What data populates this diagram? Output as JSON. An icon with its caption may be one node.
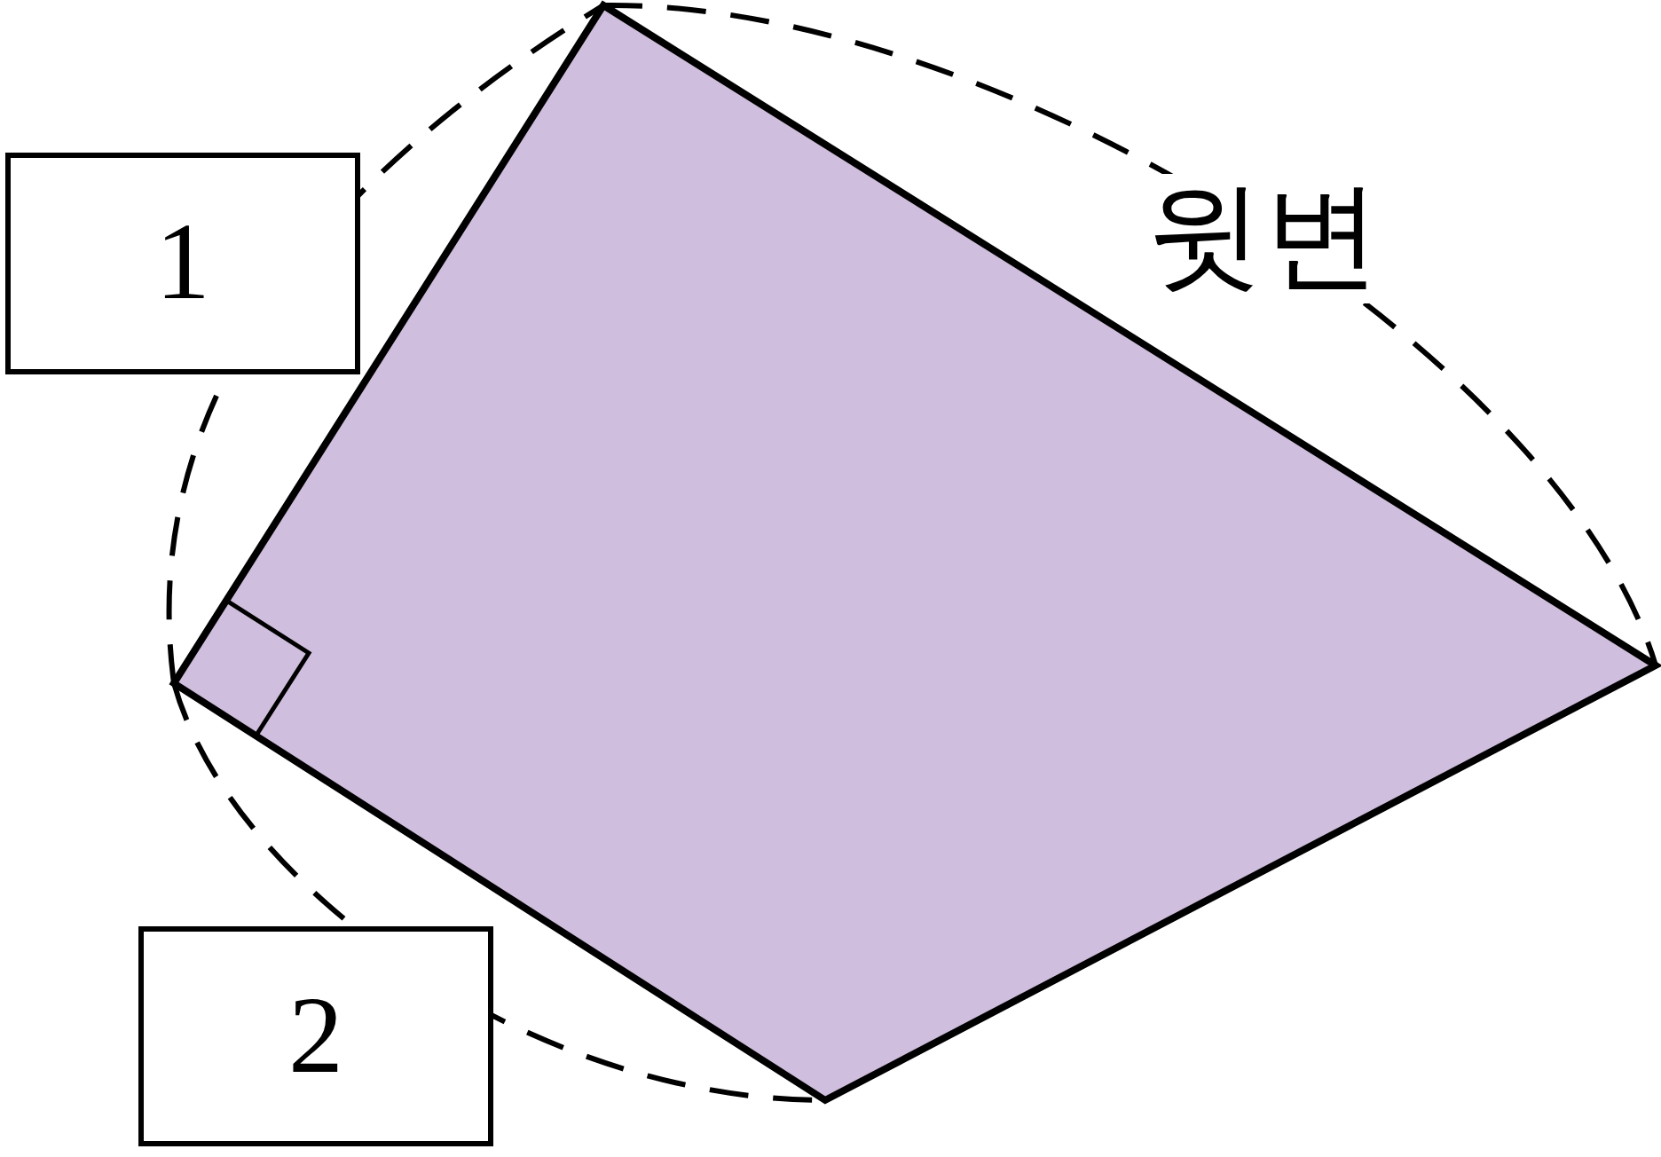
{
  "diagram": {
    "nodes": [
      {
        "text": [
          "1"
        ]
      },
      {
        "text": [
          "2"
        ]
      }
    ],
    "labels": [
      "윗변"
    ]
  }
}
